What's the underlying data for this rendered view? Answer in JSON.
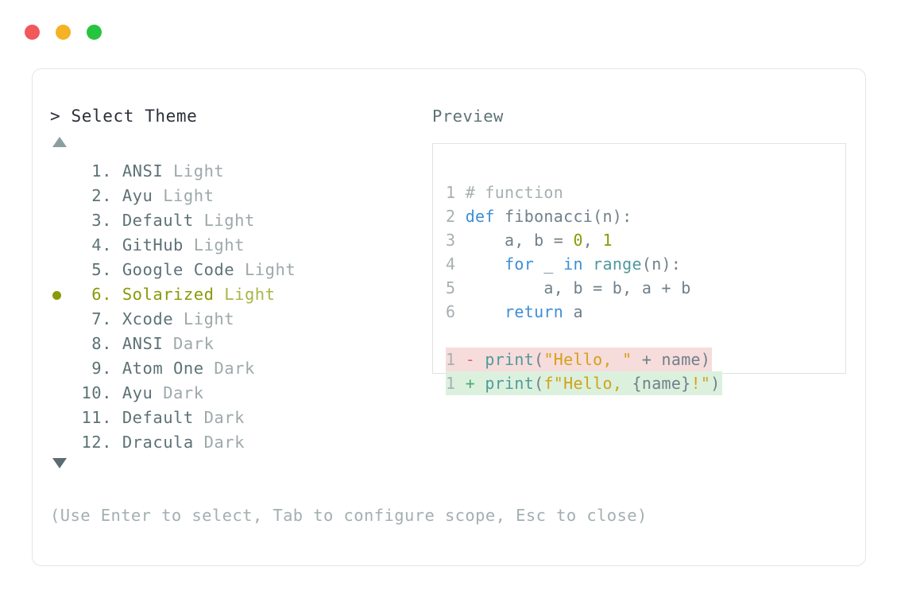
{
  "window": {
    "traffic_lights": [
      {
        "name": "close-button",
        "color": "#f1585a"
      },
      {
        "name": "minimize-button",
        "color": "#f5b225"
      },
      {
        "name": "maximize-button",
        "color": "#27c43f"
      }
    ]
  },
  "selector": {
    "prompt": "> Select Theme",
    "scroll_up_indicator": "▲",
    "scroll_down_indicator": "▼",
    "selected_index": 6,
    "selected_bullet": "●",
    "accent_color": "#8a9a07",
    "items": [
      {
        "num": " 1.",
        "name": "ANSI",
        "suffix": "Light",
        "selected": false
      },
      {
        "num": " 2.",
        "name": "Ayu",
        "suffix": "Light",
        "selected": false
      },
      {
        "num": " 3.",
        "name": "Default",
        "suffix": "Light",
        "selected": false
      },
      {
        "num": " 4.",
        "name": "GitHub",
        "suffix": "Light",
        "selected": false
      },
      {
        "num": " 5.",
        "name": "Google Code",
        "suffix": "Light",
        "selected": false
      },
      {
        "num": " 6.",
        "name": "Solarized",
        "suffix": "Light",
        "selected": true
      },
      {
        "num": " 7.",
        "name": "Xcode",
        "suffix": "Light",
        "selected": false
      },
      {
        "num": " 8.",
        "name": "ANSI",
        "suffix": "Dark",
        "selected": false
      },
      {
        "num": " 9.",
        "name": "Atom One",
        "suffix": "Dark",
        "selected": false
      },
      {
        "num": "10.",
        "name": "Ayu",
        "suffix": "Dark",
        "selected": false
      },
      {
        "num": "11.",
        "name": "Default",
        "suffix": "Dark",
        "selected": false
      },
      {
        "num": "12.",
        "name": "Dracula",
        "suffix": "Dark",
        "selected": false
      }
    ]
  },
  "preview": {
    "label": "Preview",
    "code_lines": [
      {
        "n": "1",
        "tokens": [
          {
            "t": "# function",
            "c": "cmt"
          }
        ]
      },
      {
        "n": "2",
        "tokens": [
          {
            "t": "def",
            "c": "kw"
          },
          {
            "t": " fibonacci(n):",
            "c": "txt"
          }
        ]
      },
      {
        "n": "3",
        "tokens": [
          {
            "t": "    a, b = ",
            "c": "txt"
          },
          {
            "t": "0",
            "c": "num"
          },
          {
            "t": ", ",
            "c": "txt"
          },
          {
            "t": "1",
            "c": "num"
          }
        ]
      },
      {
        "n": "4",
        "tokens": [
          {
            "t": "    ",
            "c": "txt"
          },
          {
            "t": "for",
            "c": "kw"
          },
          {
            "t": " _ ",
            "c": "txt"
          },
          {
            "t": "in",
            "c": "kw"
          },
          {
            "t": " ",
            "c": "txt"
          },
          {
            "t": "range",
            "c": "fn"
          },
          {
            "t": "(n):",
            "c": "txt"
          }
        ]
      },
      {
        "n": "5",
        "tokens": [
          {
            "t": "        a, b = b, a + b",
            "c": "txt"
          }
        ]
      },
      {
        "n": "6",
        "tokens": [
          {
            "t": "    ",
            "c": "txt"
          },
          {
            "t": "return",
            "c": "kw"
          },
          {
            "t": " a",
            "c": "txt"
          }
        ]
      }
    ],
    "diff_lines": [
      {
        "n": "1",
        "kind": "del",
        "marker": "-",
        "tokens": [
          {
            "t": "print",
            "c": "fn"
          },
          {
            "t": "(",
            "c": "txt"
          },
          {
            "t": "\"Hello, \"",
            "c": "str"
          },
          {
            "t": " + name)",
            "c": "txt"
          }
        ]
      },
      {
        "n": "1",
        "kind": "add",
        "marker": "+",
        "tokens": [
          {
            "t": "print",
            "c": "fn"
          },
          {
            "t": "(",
            "c": "txt"
          },
          {
            "t": "f\"Hello, ",
            "c": "str"
          },
          {
            "t": "{name}",
            "c": "txt"
          },
          {
            "t": "!\"",
            "c": "str"
          },
          {
            "t": ")",
            "c": "txt"
          }
        ]
      }
    ],
    "diff_del_bg": "#f7dcdc",
    "diff_add_bg": "#dbf1de"
  },
  "footer": {
    "hint": "(Use Enter to select, Tab to configure scope, Esc to close)"
  }
}
